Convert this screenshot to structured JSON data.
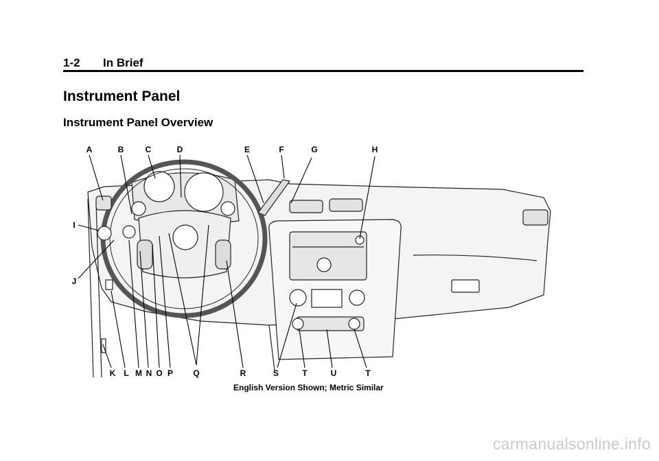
{
  "header": {
    "page_number": "1-2",
    "section": "In Brief"
  },
  "title": "Instrument Panel",
  "subtitle": "Instrument Panel Overview",
  "figure": {
    "callouts": {
      "A": "A",
      "B": "B",
      "C": "C",
      "D": "D",
      "E": "E",
      "F": "F",
      "G": "G",
      "H": "H",
      "I": "I",
      "J": "J",
      "K": "K",
      "L": "L",
      "M": "M",
      "N": "N",
      "O": "O",
      "P": "P",
      "Q": "Q",
      "R": "R",
      "S": "S",
      "T": "T",
      "T2": "T",
      "U": "U"
    },
    "caption": "English Version Shown; Metric Similar"
  },
  "watermark": "carmanualsonline.info"
}
